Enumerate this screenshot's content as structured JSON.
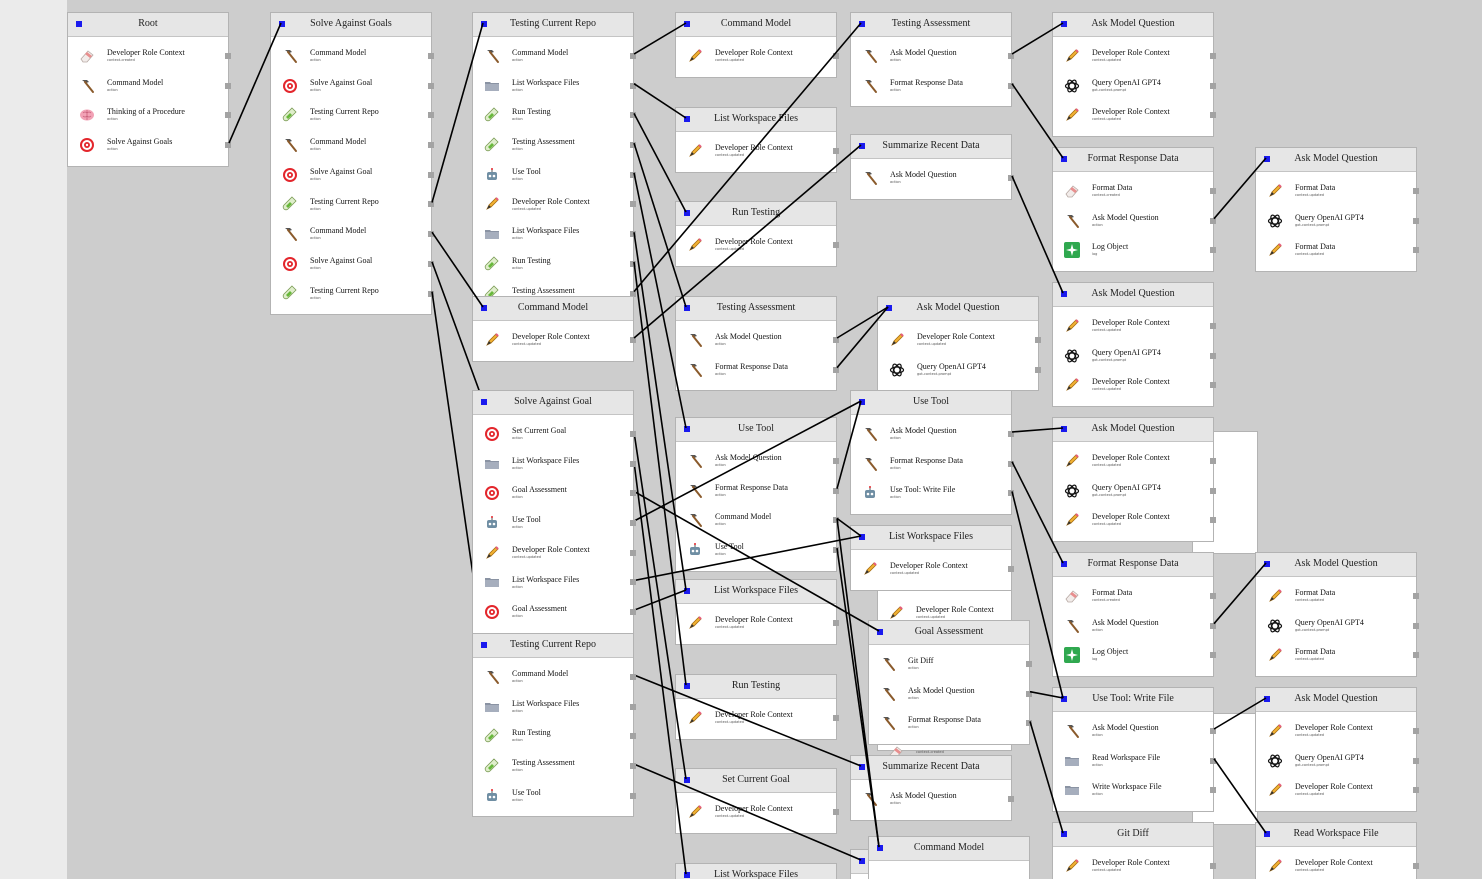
{
  "colors": {
    "canvas": "#cdcdcd",
    "wire": "#000000",
    "input_port": "#1a1aee",
    "output_port": "#a3a3a3"
  },
  "nodes": [
    {
      "id": "root",
      "title": "Root",
      "items": [
        {
          "title": "Developer Role Context",
          "sub": "context-created",
          "icon": "eraser-icon"
        },
        {
          "title": "Command Model",
          "sub": "action",
          "icon": "hammer-icon"
        },
        {
          "title": "Thinking of a Procedure",
          "sub": "action",
          "icon": "brain-icon"
        },
        {
          "title": "Solve Against Goals",
          "sub": "action",
          "icon": "target-icon"
        }
      ]
    },
    {
      "id": "sag",
      "title": "Solve Against Goals",
      "items": [
        {
          "title": "Command Model",
          "sub": "action",
          "icon": "hammer-icon"
        },
        {
          "title": "Solve Against Goal",
          "sub": "action",
          "icon": "target-icon"
        },
        {
          "title": "Testing Current Repo",
          "sub": "action",
          "icon": "test-tube-icon"
        },
        {
          "title": "Command Model",
          "sub": "action",
          "icon": "hammer-icon"
        },
        {
          "title": "Solve Against Goal",
          "sub": "action",
          "icon": "target-icon"
        },
        {
          "title": "Testing Current Repo",
          "sub": "action",
          "icon": "test-tube-icon"
        },
        {
          "title": "Command Model",
          "sub": "action",
          "icon": "hammer-icon"
        },
        {
          "title": "Solve Against Goal",
          "sub": "action",
          "icon": "target-icon"
        },
        {
          "title": "Testing Current Repo",
          "sub": "action",
          "icon": "test-tube-icon"
        }
      ]
    },
    {
      "id": "tcr1",
      "title": "Testing Current Repo",
      "items": [
        {
          "title": "Command Model",
          "sub": "action",
          "icon": "hammer-icon"
        },
        {
          "title": "List Workspace Files",
          "sub": "action",
          "icon": "folder-icon"
        },
        {
          "title": "Run Testing",
          "sub": "action",
          "icon": "test-tube-icon"
        },
        {
          "title": "Testing Assessment",
          "sub": "action",
          "icon": "test-tube-icon"
        },
        {
          "title": "Use Tool",
          "sub": "action",
          "icon": "robot-icon"
        },
        {
          "title": "Developer Role Context",
          "sub": "context-updated",
          "icon": "pencil-icon"
        },
        {
          "title": "List Workspace Files",
          "sub": "action",
          "icon": "folder-icon"
        },
        {
          "title": "Run Testing",
          "sub": "action",
          "icon": "test-tube-icon"
        },
        {
          "title": "Testing Assessment",
          "sub": "action",
          "icon": "test-tube-icon"
        }
      ]
    },
    {
      "id": "cm2",
      "title": "Command Model",
      "items": [
        {
          "title": "Developer Role Context",
          "sub": "context-updated",
          "icon": "pencil-icon"
        }
      ]
    },
    {
      "id": "sagoal",
      "title": "Solve Against Goal",
      "items": [
        {
          "title": "Set Current Goal",
          "sub": "action",
          "icon": "target-icon"
        },
        {
          "title": "List Workspace Files",
          "sub": "action",
          "icon": "folder-icon"
        },
        {
          "title": "Goal Assessment",
          "sub": "action",
          "icon": "target-icon"
        },
        {
          "title": "Use Tool",
          "sub": "action",
          "icon": "robot-icon"
        },
        {
          "title": "Developer Role Context",
          "sub": "context-updated",
          "icon": "pencil-icon"
        },
        {
          "title": "List Workspace Files",
          "sub": "action",
          "icon": "folder-icon"
        },
        {
          "title": "Goal Assessment",
          "sub": "action",
          "icon": "target-icon"
        }
      ]
    },
    {
      "id": "tcr2",
      "title": "Testing Current Repo",
      "items": [
        {
          "title": "Command Model",
          "sub": "action",
          "icon": "hammer-icon"
        },
        {
          "title": "List Workspace Files",
          "sub": "action",
          "icon": "folder-icon"
        },
        {
          "title": "Run Testing",
          "sub": "action",
          "icon": "test-tube-icon"
        },
        {
          "title": "Testing Assessment",
          "sub": "action",
          "icon": "test-tube-icon"
        },
        {
          "title": "Use Tool",
          "sub": "action",
          "icon": "robot-icon"
        }
      ]
    },
    {
      "id": "cm1",
      "title": "Command Model",
      "items": [
        {
          "title": "Developer Role Context",
          "sub": "context-updated",
          "icon": "pencil-icon"
        }
      ]
    },
    {
      "id": "lwf1",
      "title": "List Workspace Files",
      "items": [
        {
          "title": "Developer Role Context",
          "sub": "context-updated",
          "icon": "pencil-icon"
        }
      ]
    },
    {
      "id": "rt1",
      "title": "Run Testing",
      "items": [
        {
          "title": "Developer Role Context",
          "sub": "context-updated",
          "icon": "pencil-icon"
        }
      ]
    },
    {
      "id": "ta1",
      "title": "Testing Assessment",
      "items": [
        {
          "title": "Ask Model Question",
          "sub": "action",
          "icon": "hammer-icon"
        },
        {
          "title": "Format Response Data",
          "sub": "action",
          "icon": "hammer-icon"
        }
      ]
    },
    {
      "id": "ut1",
      "title": "Use Tool",
      "items": [
        {
          "title": "Ask Model Question",
          "sub": "action",
          "icon": "hammer-icon"
        },
        {
          "title": "Format Response Data",
          "sub": "action",
          "icon": "hammer-icon"
        },
        {
          "title": "Command Model",
          "sub": "action",
          "icon": "hammer-icon"
        },
        {
          "title": "Use Tool",
          "sub": "action",
          "icon": "robot-icon"
        }
      ]
    },
    {
      "id": "lwf2",
      "title": "List Workspace Files",
      "items": [
        {
          "title": "Developer Role Context",
          "sub": "context-updated",
          "icon": "pencil-icon"
        }
      ]
    },
    {
      "id": "rt2",
      "title": "Run Testing",
      "items": [
        {
          "title": "Developer Role Context",
          "sub": "context-updated",
          "icon": "pencil-icon"
        }
      ]
    },
    {
      "id": "scg",
      "title": "Set Current Goal",
      "items": [
        {
          "title": "Developer Role Context",
          "sub": "context-updated",
          "icon": "pencil-icon"
        }
      ]
    },
    {
      "id": "lwf3",
      "title": "List Workspace Files",
      "items": []
    },
    {
      "id": "ta2",
      "title": "Testing Assessment",
      "items": [
        {
          "title": "Ask Model Question",
          "sub": "action",
          "icon": "hammer-icon"
        },
        {
          "title": "Format Response Data",
          "sub": "action",
          "icon": "hammer-icon"
        }
      ]
    },
    {
      "id": "srd1",
      "title": "Summarize Recent Data",
      "items": [
        {
          "title": "Ask Model Question",
          "sub": "action",
          "icon": "hammer-icon"
        }
      ]
    },
    {
      "id": "amq_c",
      "title": "Ask Model Question",
      "items": [
        {
          "title": "Developer Role Context",
          "sub": "context-updated",
          "icon": "pencil-icon"
        },
        {
          "title": "Query OpenAI GPT4",
          "sub": "got-context-prompt",
          "icon": "openai-icon"
        }
      ]
    },
    {
      "id": "ut2",
      "title": "Use Tool",
      "items": [
        {
          "title": "Ask Model Question",
          "sub": "action",
          "icon": "hammer-icon"
        },
        {
          "title": "Format Response Data",
          "sub": "action",
          "icon": "hammer-icon"
        },
        {
          "title": "Use Tool: Write File",
          "sub": "action",
          "icon": "robot-icon"
        }
      ]
    },
    {
      "id": "lwf4",
      "title": "List Workspace Files",
      "items": [
        {
          "title": "Developer Role Context",
          "sub": "context-updated",
          "icon": "pencil-icon"
        }
      ]
    },
    {
      "id": "ga",
      "title": "Goal Assessment",
      "items": [
        {
          "title": "Git Diff",
          "sub": "action",
          "icon": "hammer-icon"
        },
        {
          "title": "Ask Model Question",
          "sub": "action",
          "icon": "hammer-icon"
        },
        {
          "title": "Format Response Data",
          "sub": "action",
          "icon": "hammer-icon"
        }
      ]
    },
    {
      "id": "srd2",
      "title": "Summarize Recent Data",
      "items": [
        {
          "title": "Ask Model Question",
          "sub": "action",
          "icon": "hammer-icon"
        }
      ]
    },
    {
      "id": "ta3",
      "title": "Testing Assessment",
      "items": []
    },
    {
      "id": "amq1",
      "title": "Ask Model Question",
      "items": [
        {
          "title": "Developer Role Context",
          "sub": "context-updated",
          "icon": "pencil-icon"
        },
        {
          "title": "Query OpenAI GPT4",
          "sub": "got-context-prompt",
          "icon": "openai-icon"
        },
        {
          "title": "Developer Role Context",
          "sub": "context-updated",
          "icon": "pencil-icon"
        }
      ]
    },
    {
      "id": "frd1",
      "title": "Format Response Data",
      "items": [
        {
          "title": "Format Data",
          "sub": "context-created",
          "icon": "eraser-icon"
        },
        {
          "title": "Ask Model Question",
          "sub": "action",
          "icon": "hammer-icon"
        },
        {
          "title": "Log Object",
          "sub": "log",
          "icon": "log-icon"
        }
      ]
    },
    {
      "id": "amq2",
      "title": "Ask Model Question",
      "items": [
        {
          "title": "Developer Role Context",
          "sub": "context-updated",
          "icon": "pencil-icon"
        },
        {
          "title": "Query OpenAI GPT4",
          "sub": "got-context-prompt",
          "icon": "openai-icon"
        },
        {
          "title": "Developer Role Context",
          "sub": "context-updated",
          "icon": "pencil-icon"
        }
      ]
    },
    {
      "id": "amq3",
      "title": "Ask Model Question",
      "items": [
        {
          "title": "Developer Role Context",
          "sub": "context-updated",
          "icon": "pencil-icon"
        },
        {
          "title": "Query OpenAI GPT4",
          "sub": "got-context-prompt",
          "icon": "openai-icon"
        },
        {
          "title": "Developer Role Context",
          "sub": "context-updated",
          "icon": "pencil-icon"
        }
      ]
    },
    {
      "id": "frd2",
      "title": "Format Response Data",
      "items": [
        {
          "title": "Format Data",
          "sub": "context-created",
          "icon": "eraser-icon"
        },
        {
          "title": "Ask Model Question",
          "sub": "action",
          "icon": "hammer-icon"
        },
        {
          "title": "Log Object",
          "sub": "log",
          "icon": "log-icon"
        }
      ]
    },
    {
      "id": "utwf",
      "title": "Use Tool: Write File",
      "items": [
        {
          "title": "Ask Model Question",
          "sub": "action",
          "icon": "hammer-icon"
        },
        {
          "title": "Read Workspace File",
          "sub": "action",
          "icon": "folder-icon"
        },
        {
          "title": "Write Workspace File",
          "sub": "action",
          "icon": "folder-icon"
        }
      ]
    },
    {
      "id": "gd",
      "title": "Git Diff",
      "items": [
        {
          "title": "Developer Role Context",
          "sub": "context-updated",
          "icon": "pencil-icon"
        }
      ]
    },
    {
      "id": "amq4",
      "title": "Ask Model Question",
      "items": [
        {
          "title": "Format Data",
          "sub": "context-updated",
          "icon": "pencil-icon"
        },
        {
          "title": "Query OpenAI GPT4",
          "sub": "got-context-prompt",
          "icon": "openai-icon"
        },
        {
          "title": "Format Data",
          "sub": "context-updated",
          "icon": "pencil-icon"
        }
      ]
    },
    {
      "id": "amq5",
      "title": "Ask Model Question",
      "items": [
        {
          "title": "Format Data",
          "sub": "context-updated",
          "icon": "pencil-icon"
        },
        {
          "title": "Query OpenAI GPT4",
          "sub": "got-context-prompt",
          "icon": "openai-icon"
        },
        {
          "title": "Format Data",
          "sub": "context-updated",
          "icon": "pencil-icon"
        }
      ]
    },
    {
      "id": "amq6",
      "title": "Ask Model Question",
      "items": [
        {
          "title": "Developer Role Context",
          "sub": "context-updated",
          "icon": "pencil-icon"
        },
        {
          "title": "Query OpenAI GPT4",
          "sub": "got-context-prompt",
          "icon": "openai-icon"
        },
        {
          "title": "Developer Role Context",
          "sub": "context-updated",
          "icon": "pencil-icon"
        }
      ]
    },
    {
      "id": "rwf",
      "title": "Read Workspace File",
      "items": [
        {
          "title": "Developer Role Context",
          "sub": "context-updated",
          "icon": "pencil-icon"
        }
      ]
    },
    {
      "id": "cm3",
      "title": "Command Model",
      "items": []
    }
  ],
  "hidden_fragments": [
    {
      "id": "frag1",
      "title": "Developer Role Context",
      "sub": "context-updated",
      "icon": "pencil-icon"
    },
    {
      "id": "frag2",
      "title": "",
      "sub": "context-created",
      "icon": "eraser-icon"
    }
  ]
}
